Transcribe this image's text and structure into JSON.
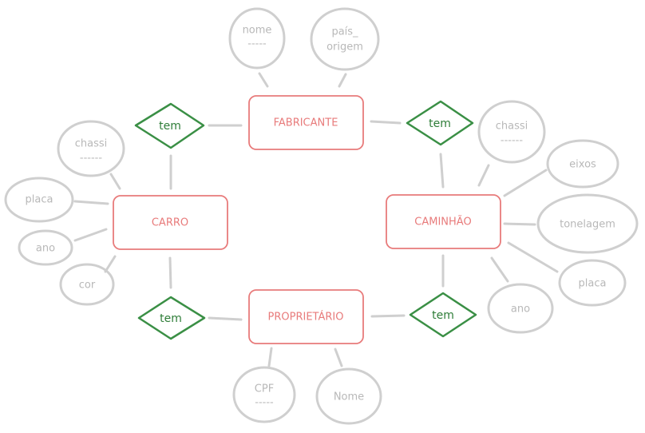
{
  "colors": {
    "entity": "#e87b7b",
    "relationship": "#3a8f45",
    "attribute": "#cfcfcf",
    "attribute_text": "#b8b8b8"
  },
  "entities": {
    "fabricante": "FABRICANTE",
    "carro": "CARRO",
    "caminhao": "CAMINHÃO",
    "proprietario": "PROPRIETÁRIO"
  },
  "relationships": {
    "carro_fabricante": "tem",
    "caminhao_fabricante": "tem",
    "carro_proprietario": "tem",
    "caminhao_proprietario": "tem"
  },
  "attributes": {
    "fabricante_nome": "nome",
    "fabricante_nome_key": "-----",
    "fabricante_pais_1": "país_",
    "fabricante_pais_2": "origem",
    "carro_chassi": "chassi",
    "carro_chassi_key": "------",
    "carro_placa": "placa",
    "carro_ano": "ano",
    "carro_cor": "cor",
    "caminhao_chassi": "chassi",
    "caminhao_chassi_key": "------",
    "caminhao_eixos": "eixos",
    "caminhao_tonelagem": "tonelagem",
    "caminhao_placa": "placa",
    "caminhao_ano": "ano",
    "proprietario_cpf": "CPF",
    "proprietario_cpf_key": "-----",
    "proprietario_nome": "Nome"
  }
}
